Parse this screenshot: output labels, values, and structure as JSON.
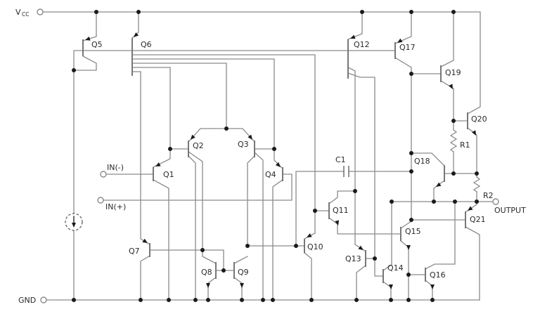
{
  "style": {
    "wire_color": "#8a8a8a",
    "bar_color": "#777777",
    "dot_color": "#1a1a1a",
    "text_color": "#2a2a2a",
    "background": "#ffffff"
  },
  "labels": {
    "vcc_v": "V",
    "vcc_sub": "CC",
    "gnd": "GND",
    "in_neg": "IN(-)",
    "in_pos": "IN(+)",
    "output": "OUTPUT",
    "q1": "Q1",
    "q2": "Q2",
    "q3": "Q3",
    "q4": "Q4",
    "q5": "Q5",
    "q6": "Q6",
    "q7": "Q7",
    "q8": "Q8",
    "q9": "Q9",
    "q10": "Q10",
    "q11": "Q11",
    "q12": "Q12",
    "q13": "Q13",
    "q14": "Q14",
    "q15": "Q15",
    "q16": "Q16",
    "q17": "Q17",
    "q18": "Q18",
    "q19": "Q19",
    "q20": "Q20",
    "q21": "Q21",
    "c1": "C1",
    "r1": "R1",
    "r2": "R2"
  }
}
